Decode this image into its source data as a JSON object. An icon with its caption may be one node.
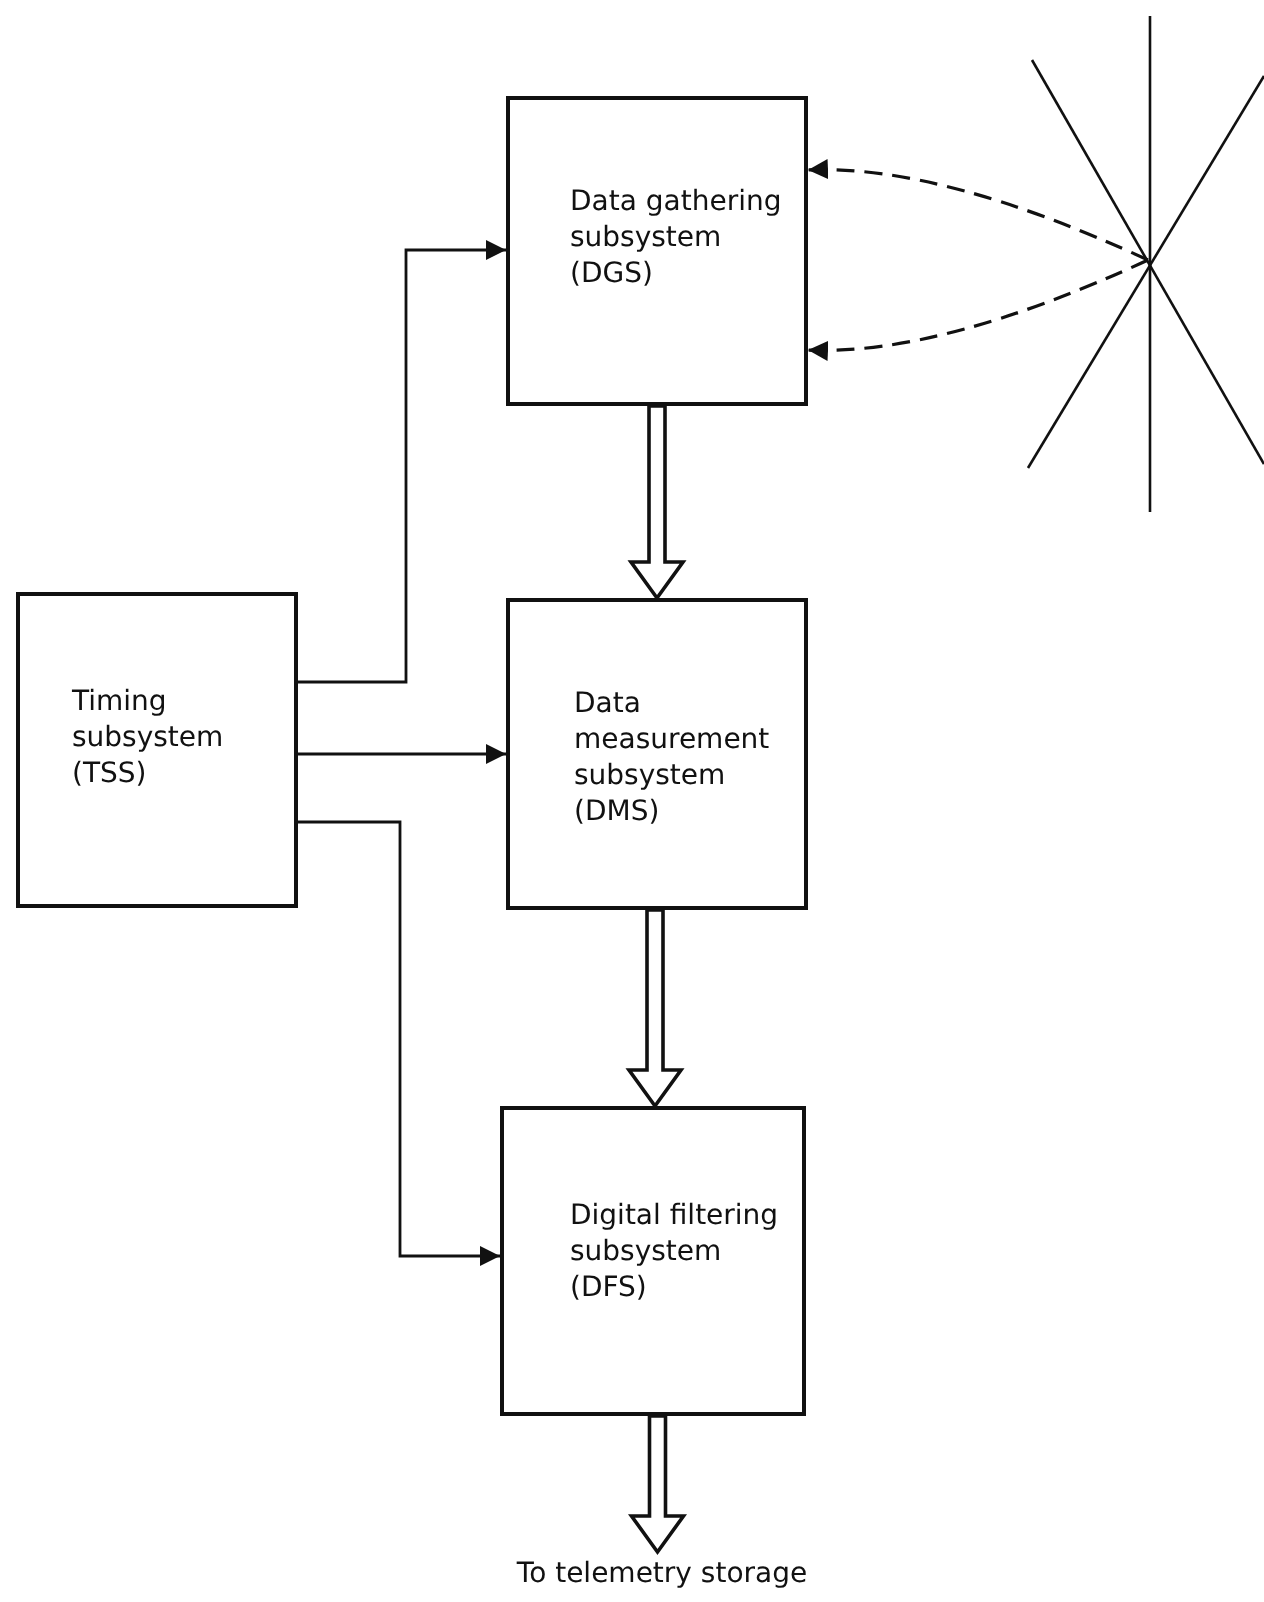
{
  "diagram": {
    "nodes": [
      {
        "text": [
          "Data gathering subsystem (DGS)"
        ]
      },
      {
        "text": [],
        "shape": "picture"
      },
      {
        "text": [
          "Timing subsystem (TSS)"
        ]
      },
      {
        "text": [
          "Data measurement subsystem (DMS)"
        ]
      },
      {
        "text": [
          "Digital filtering subsystem (DFS)"
        ]
      },
      {
        "text": [
          "To telemetry storage"
        ]
      }
    ],
    "edges": [
      {
        "from": 2,
        "to": 0,
        "arrow": "to"
      },
      {
        "from": 2,
        "to": 3,
        "arrow": "to"
      },
      {
        "from": 2,
        "to": 4,
        "arrow": "to"
      },
      {
        "from": 1,
        "to": 0,
        "arrow": "to",
        "style": "dashed"
      },
      {
        "from": 1,
        "to": 0,
        "arrow": "to",
        "style": "dashed"
      },
      {
        "from": 0,
        "to": 3,
        "arrow": "to",
        "style": "thick"
      },
      {
        "from": 3,
        "to": 4,
        "arrow": "to",
        "style": "thick"
      },
      {
        "from": 4,
        "to": 5,
        "arrow": "to",
        "style": "thick"
      }
    ]
  }
}
